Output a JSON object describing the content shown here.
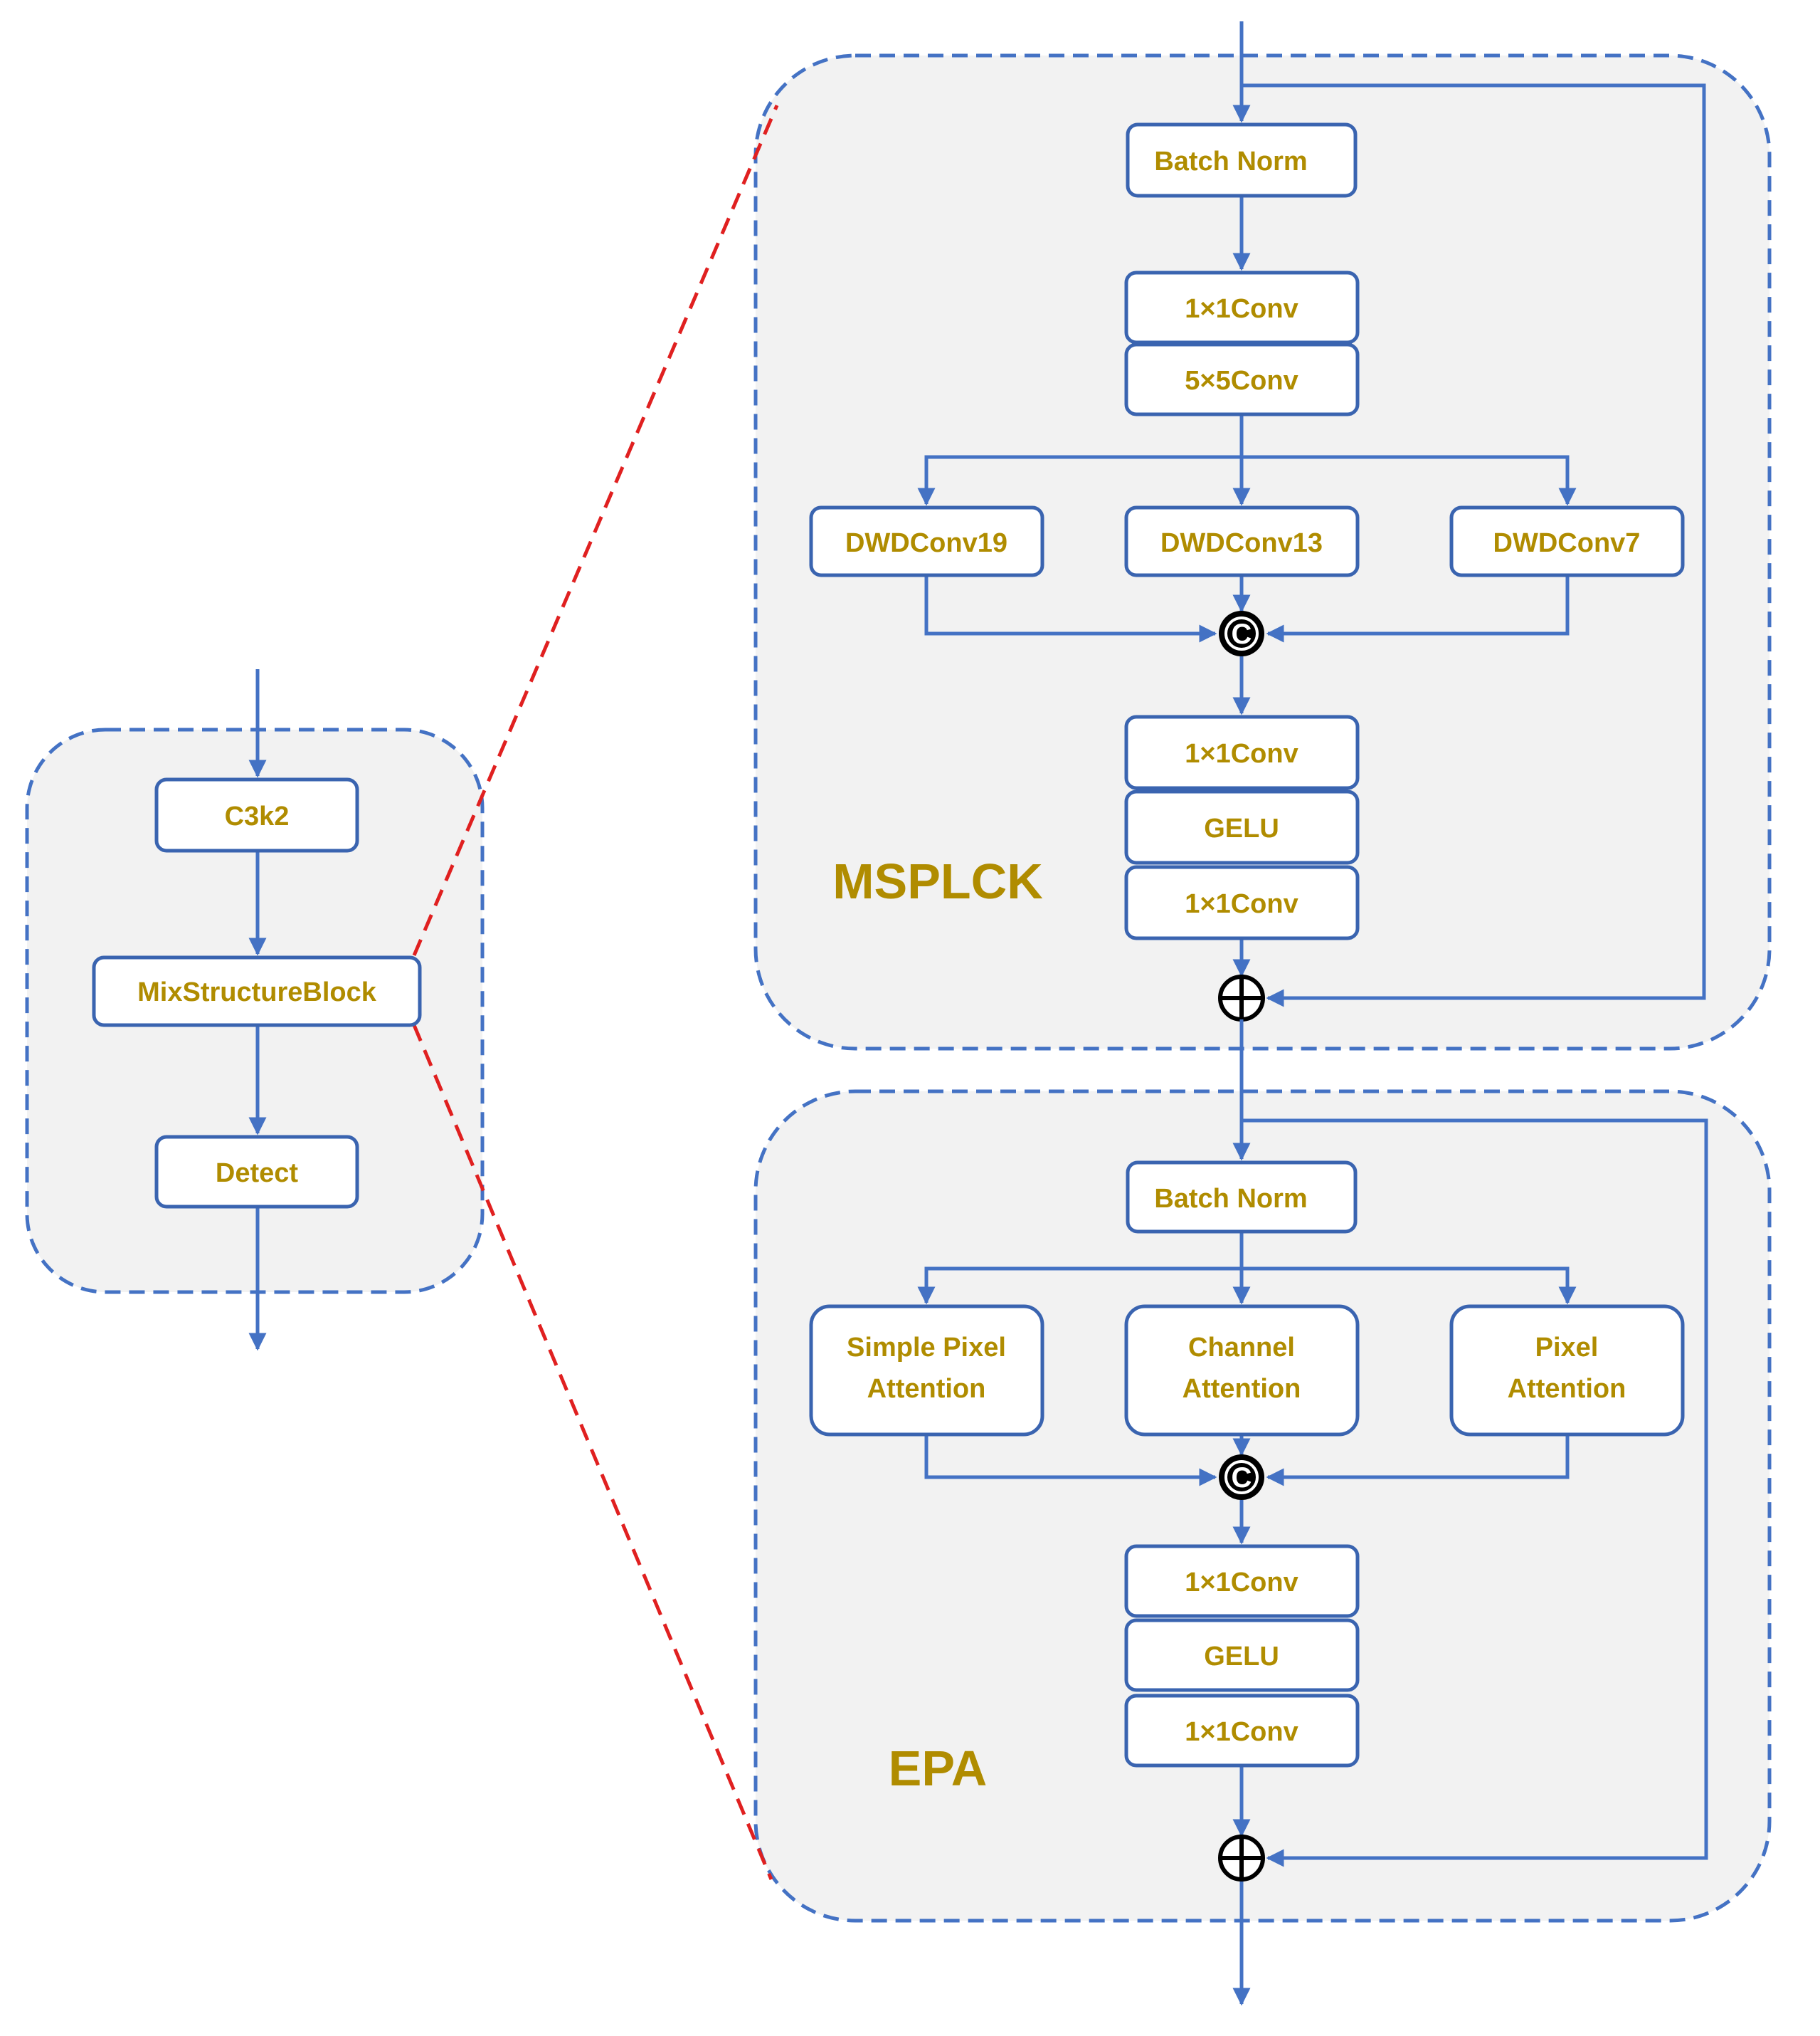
{
  "left_group": {
    "nodes": [
      "C3k2",
      "MixStructureBlock",
      "Detect"
    ]
  },
  "msplck": {
    "label": "MSPLCK",
    "batch_norm": "Batch Norm",
    "conv1": "1×1Conv",
    "conv5": "5×5Conv",
    "branches": [
      "DWDConv19",
      "DWDConv13",
      "DWDConv7"
    ],
    "post": [
      "1×1Conv",
      "GELU",
      "1×1Conv"
    ]
  },
  "epa": {
    "label": "EPA",
    "batch_norm": "Batch Norm",
    "branches": [
      [
        "Simple Pixel",
        "Attention"
      ],
      [
        "Channel",
        "Attention"
      ],
      [
        "Pixel",
        "Attention"
      ]
    ],
    "post": [
      "1×1Conv",
      "GELU",
      "1×1Conv"
    ]
  },
  "concat_symbol": "C",
  "colors": {
    "edge": "#4472c4",
    "text": "#b08c00",
    "zoom_line": "#e02020",
    "group_fill": "#f2f2f2"
  }
}
